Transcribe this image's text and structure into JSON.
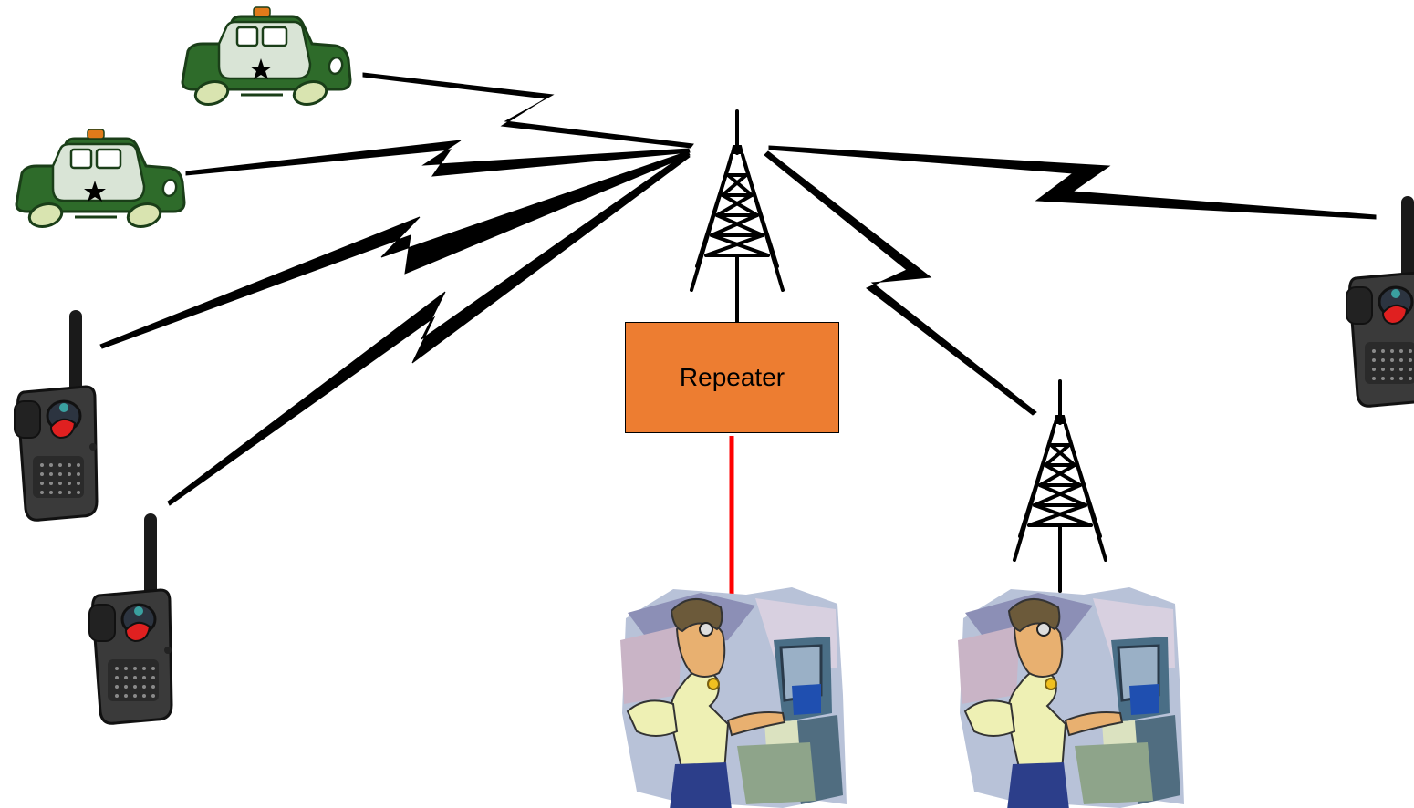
{
  "diagram": {
    "repeater": {
      "label": "Repeater",
      "fill_color": "#ed7d31"
    },
    "nodes": [
      {
        "id": "police-car-1",
        "icon": "police-car-icon"
      },
      {
        "id": "police-car-2",
        "icon": "police-car-icon"
      },
      {
        "id": "handheld-radio-1",
        "icon": "handheld-radio-icon"
      },
      {
        "id": "handheld-radio-2",
        "icon": "handheld-radio-icon"
      },
      {
        "id": "handheld-radio-3",
        "icon": "handheld-radio-icon"
      },
      {
        "id": "main-antenna-tower",
        "icon": "radio-tower-icon"
      },
      {
        "id": "remote-antenna-tower",
        "icon": "radio-tower-icon"
      },
      {
        "id": "dispatcher-1",
        "icon": "dispatcher-icon"
      },
      {
        "id": "dispatcher-2",
        "icon": "dispatcher-icon"
      }
    ],
    "colors": {
      "wired_link": "#ff0000",
      "radio_link": "#000000",
      "car_body": "#2e6b2a",
      "car_cabin": "#d9e4d6",
      "radio_body": "#3a3a3a",
      "radio_button": "#e02020"
    }
  }
}
